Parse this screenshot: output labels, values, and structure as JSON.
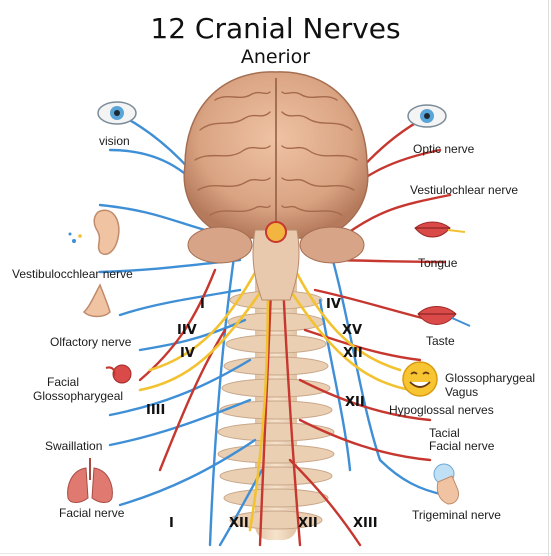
{
  "title": "12 Cranial Nerves",
  "subtitle": "Anerior",
  "labels_left": {
    "vision": "vision",
    "vestibulocochlear": "Vestibulocchlear nerve",
    "olfactory": "Olfactory nerve",
    "facial": "Facial",
    "glossopharyngeal": "Glossopharygeal",
    "swallowing": "Swaillation",
    "facial_nerve": "Facial nerve"
  },
  "labels_right": {
    "optic": "Optic nerve",
    "vestibulochlear": "Vestiulochlear nerve",
    "tongue": "Tongue",
    "taste": "Taste",
    "glosso": "Glossopharygeal",
    "vagus": "Vagus",
    "hypoglossal": "Hypoglossal nerves",
    "tacial": "Tacial",
    "facial_nerve": "Facial nerve",
    "trigeminal": "Trigeminal nerve"
  },
  "numerals": {
    "n1": "I",
    "n2": "IIV",
    "n3": "IV",
    "n4": "IIII",
    "n5": "IV",
    "n6": "XV",
    "n7": "XII",
    "n8": "XII",
    "b1": "I",
    "b2": "XII",
    "b3": "XII",
    "b4": "XIII"
  },
  "colors": {
    "brain": "#d9a98a",
    "brain_dark": "#b27a5c",
    "blue_nerve": "#3f8fd6",
    "red_nerve": "#c6372f",
    "yellow_nerve": "#f2c230",
    "spine": "#ecd3b6"
  },
  "icons": [
    "eye-icon",
    "ear-icon",
    "nose-icon",
    "lips-icon",
    "lungs-icon",
    "smiley-face-icon",
    "hand-touch-icon"
  ]
}
